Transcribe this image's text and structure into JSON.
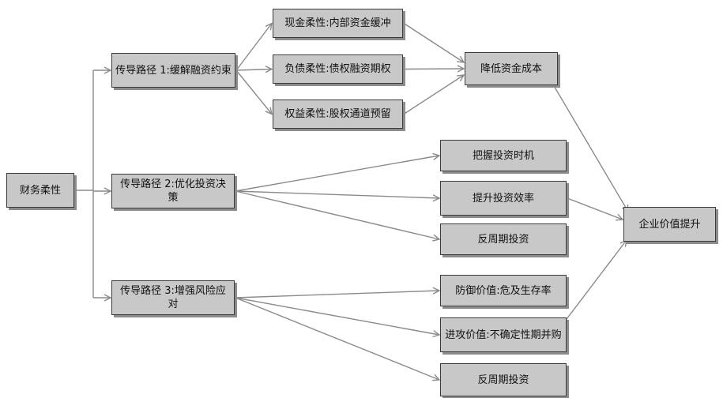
{
  "diagram": {
    "nodes": {
      "root": "财务柔性",
      "path1": "传导路径 1:缓解融资约束",
      "path2": "传导路径 2:优化投资决策",
      "path3": "传导路径 3:增强风险应对",
      "cash": "现金柔性:内部资金缓冲",
      "debt": "负债柔性:债权融资期权",
      "equity": "权益柔性:股权通道预留",
      "cost": "降低资金成本",
      "timing": "把握投资时机",
      "efficiency": "提升投资效率",
      "counter_invest_1": "反周期投资",
      "defense": "防御价值:危及生存率",
      "offense": "进攻价值:不确定性期并购",
      "counter_invest_2": "反周期投资",
      "value": "企业价值提升"
    },
    "edges": [
      [
        "root",
        "path1"
      ],
      [
        "root",
        "path2"
      ],
      [
        "root",
        "path3"
      ],
      [
        "path1",
        "cash"
      ],
      [
        "path1",
        "debt"
      ],
      [
        "path1",
        "equity"
      ],
      [
        "cash",
        "cost"
      ],
      [
        "debt",
        "cost"
      ],
      [
        "equity",
        "cost"
      ],
      [
        "path2",
        "timing"
      ],
      [
        "path2",
        "efficiency"
      ],
      [
        "path2",
        "counter_invest_1"
      ],
      [
        "path3",
        "defense"
      ],
      [
        "path3",
        "offense"
      ],
      [
        "path3",
        "counter_invest_2"
      ],
      [
        "cost",
        "value"
      ],
      [
        "efficiency",
        "value"
      ],
      [
        "offense",
        "value"
      ]
    ],
    "colors": {
      "node_fill": "#c8c8c8",
      "node_border": "#3a3a3a",
      "edge": "#8a8a8a"
    }
  }
}
